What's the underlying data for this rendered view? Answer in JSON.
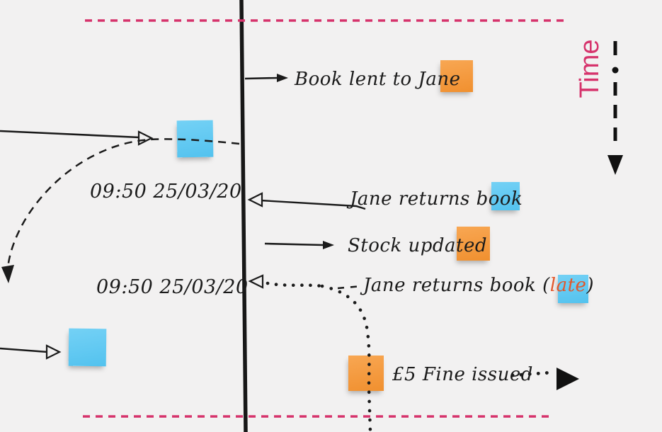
{
  "board": {
    "background_color": "#f2f1f1",
    "ink_color": "#1b1b1b",
    "accent_pink": "#d6336c",
    "late_text_color": "#e2572b",
    "sticky_orange_color": "#f49a3f",
    "sticky_blue_color": "#62c9f2"
  },
  "time_axis": {
    "label": "Time"
  },
  "timestamps": {
    "return_time": "09:50 25/03/20",
    "late_return_time": "09:50 25/03/20"
  },
  "events": {
    "book_lent": "Book lent to Jane",
    "jane_returns": "Jane returns book",
    "stock_updated": "Stock updated",
    "jane_returns_late_prefix": "Jane returns book ",
    "late_open_paren": "(",
    "late_word": "late",
    "late_close_paren": ")",
    "fine_issued": "£5 Fine issued"
  },
  "sticky_notes": [
    {
      "id": "note-book-lent",
      "color": "orange"
    },
    {
      "id": "note-first-return",
      "color": "blue"
    },
    {
      "id": "note-jane-returns",
      "color": "blue"
    },
    {
      "id": "note-stock-updated",
      "color": "orange"
    },
    {
      "id": "note-late-return",
      "color": "blue"
    },
    {
      "id": "note-left-bottom",
      "color": "blue"
    },
    {
      "id": "note-fine",
      "color": "orange"
    }
  ]
}
